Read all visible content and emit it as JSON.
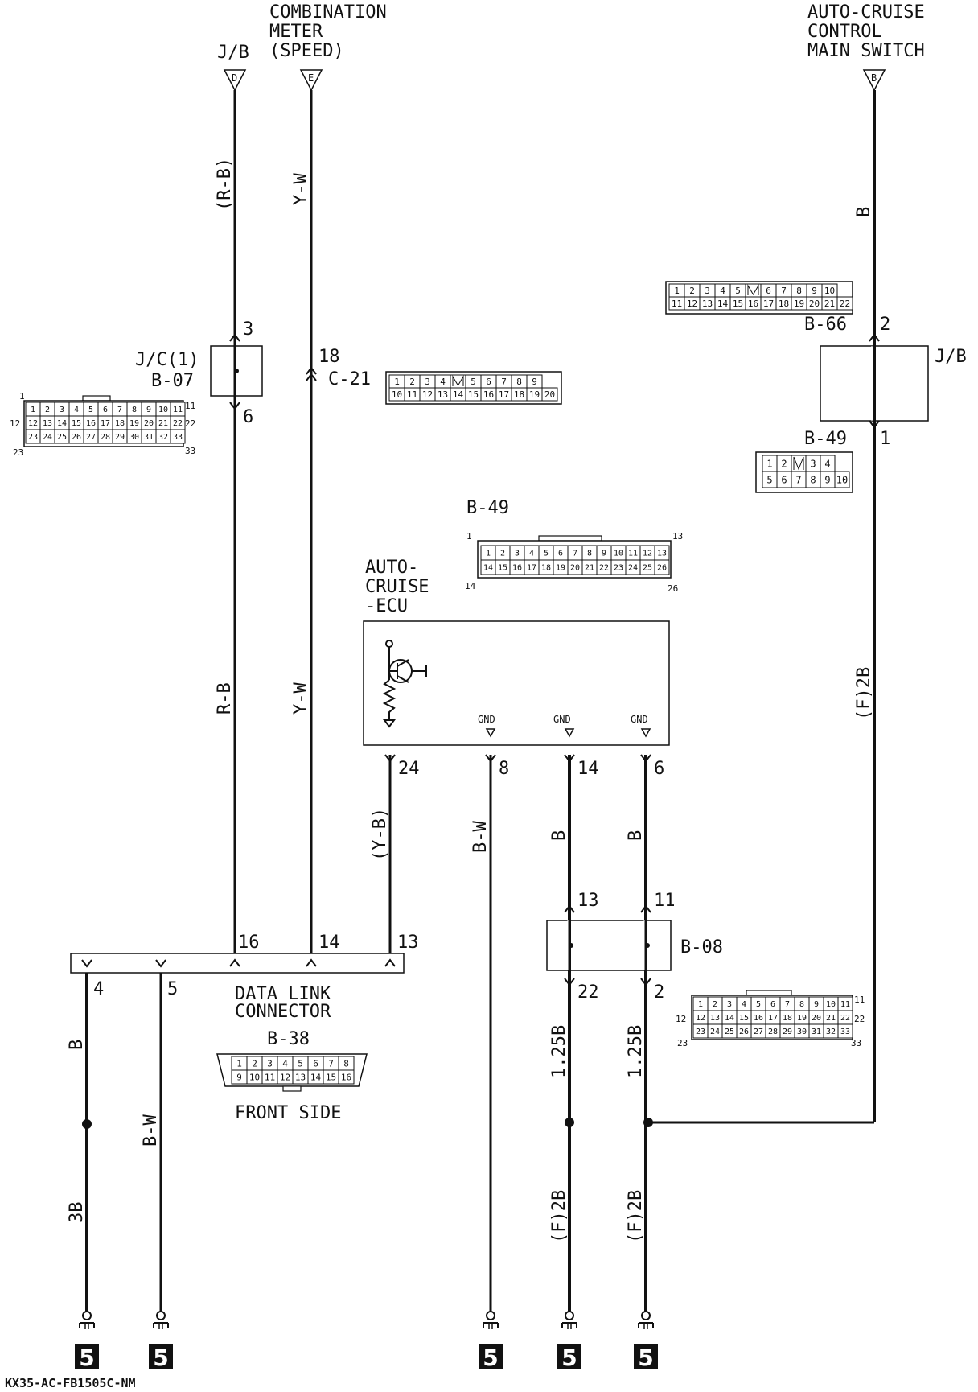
{
  "top_sources": {
    "jb_label": "J/B",
    "jb_connector": "D",
    "meter_label_lines": [
      "COMBINATION",
      "METER",
      "(SPEED)"
    ],
    "meter_connector": "E",
    "switch_label_lines": [
      "AUTO-CRUISE",
      "CONTROL",
      "MAIN SWITCH"
    ],
    "switch_connector": "B"
  },
  "wire_colors": {
    "rb_paren": "(R-B)",
    "rb": "R-B",
    "yw": "Y-W",
    "yb_paren": "(Y-B)",
    "b": "B",
    "bw": "B-W",
    "f2b": "(F)2B",
    "w3b": "3B",
    "w125b": "1.25B"
  },
  "pins": {
    "p3": "3",
    "p6": "6",
    "p18": "18",
    "p2": "2",
    "p1": "1",
    "p24": "24",
    "p8": "8",
    "p14": "14",
    "p6b": "6",
    "p13": "13",
    "p11": "11",
    "p22": "22",
    "p2b": "2",
    "p16": "16",
    "p14b": "14",
    "p13b": "13",
    "p4": "4",
    "p5": "5"
  },
  "connectors": {
    "jc_label": "J/C(1)",
    "jc_code": "B-07",
    "c21": "C-21",
    "b66": "B-66",
    "jb_right": "J/B",
    "b49_small": "B-49",
    "b49_ecu": "B-49",
    "b08": "B-08",
    "b38": "B-38"
  },
  "ecu": {
    "title_lines": [
      "AUTO-",
      "CRUISE",
      "-ECU"
    ],
    "gnd": "GND"
  },
  "data_link": {
    "title_lines": [
      "DATA LINK",
      "CONNECTOR"
    ],
    "front_side": "FRONT SIDE"
  },
  "pinouts": {
    "b07_row1": [
      "1",
      "2",
      "3",
      "4",
      "5",
      "6",
      "7",
      "8",
      "9",
      "10",
      "11"
    ],
    "b07_row2": [
      "12",
      "13",
      "14",
      "15",
      "16",
      "17",
      "18",
      "19",
      "20",
      "21",
      "22"
    ],
    "b07_row3": [
      "23",
      "24",
      "25",
      "26",
      "27",
      "28",
      "29",
      "30",
      "31",
      "32",
      "33"
    ],
    "b07_edge": [
      "1",
      "11",
      "12",
      "22",
      "23",
      "33"
    ],
    "c21_row1": [
      "1",
      "2",
      "3",
      "4",
      "",
      "5",
      "6",
      "7",
      "8",
      "9"
    ],
    "c21_row2": [
      "10",
      "11",
      "12",
      "13",
      "14",
      "15",
      "16",
      "17",
      "18",
      "19",
      "20"
    ],
    "b66_row1": [
      "1",
      "2",
      "3",
      "4",
      "5",
      "",
      "6",
      "7",
      "8",
      "9",
      "10"
    ],
    "b66_row2": [
      "11",
      "12",
      "13",
      "14",
      "15",
      "16",
      "17",
      "18",
      "19",
      "20",
      "21",
      "22"
    ],
    "b49s_row1": [
      "1",
      "2",
      "",
      "3",
      "4"
    ],
    "b49s_row2": [
      "5",
      "6",
      "7",
      "8",
      "9",
      "10"
    ],
    "b49e_row1": [
      "1",
      "2",
      "3",
      "4",
      "5",
      "6",
      "7",
      "8",
      "9",
      "10",
      "11",
      "12",
      "13"
    ],
    "b49e_row2": [
      "14",
      "15",
      "16",
      "17",
      "18",
      "19",
      "20",
      "21",
      "22",
      "23",
      "24",
      "25",
      "26"
    ],
    "b49e_edge": [
      "1",
      "13",
      "14",
      "26"
    ],
    "b38_row1": [
      "1",
      "2",
      "3",
      "4",
      "5",
      "6",
      "7",
      "8"
    ],
    "b38_row2": [
      "9",
      "10",
      "11",
      "12",
      "13",
      "14",
      "15",
      "16"
    ]
  },
  "ground_number": "5",
  "footer_code": "KX35-AC-FB1505C-NM"
}
